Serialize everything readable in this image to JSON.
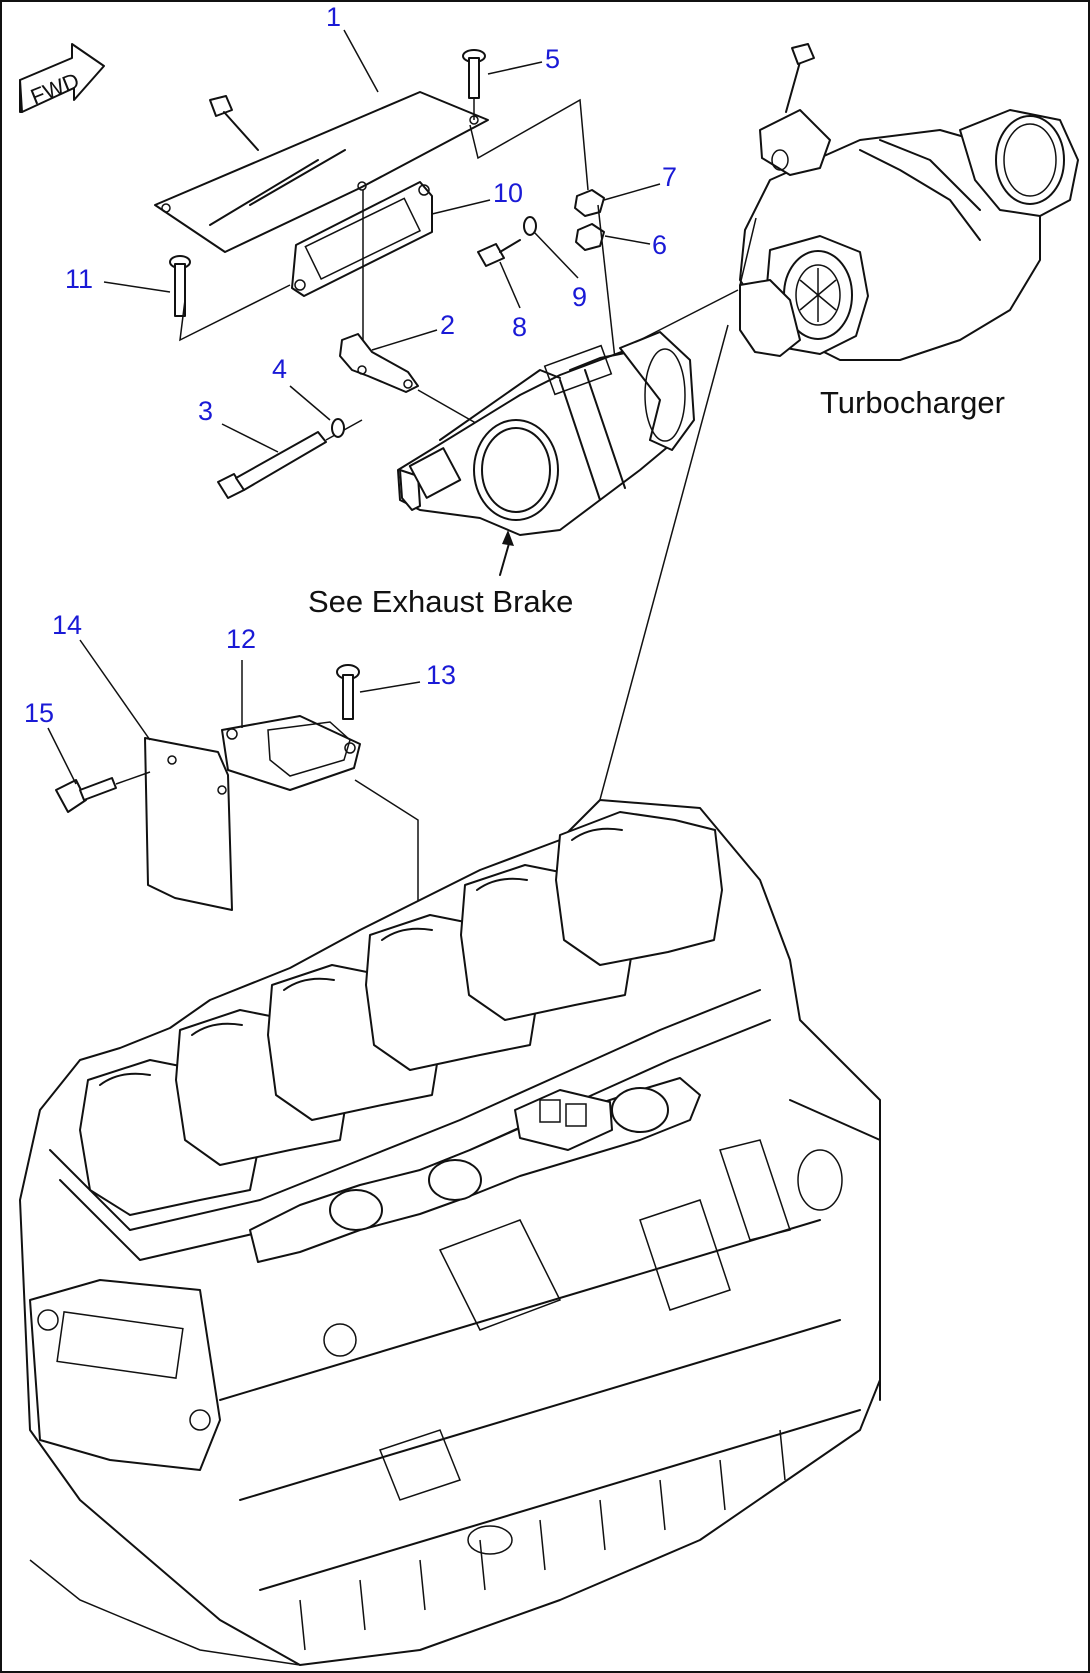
{
  "diagram": {
    "fwd_label": "FWD",
    "captions": {
      "turbocharger": "Turbocharger",
      "exhaust_brake": "See Exhaust Brake"
    },
    "callouts": [
      "1",
      "2",
      "3",
      "4",
      "5",
      "6",
      "7",
      "8",
      "9",
      "10",
      "11",
      "12",
      "13",
      "14",
      "15"
    ],
    "colors": {
      "callout": "#1a1ad6",
      "linework": "#111111",
      "background": "#ffffff"
    }
  }
}
